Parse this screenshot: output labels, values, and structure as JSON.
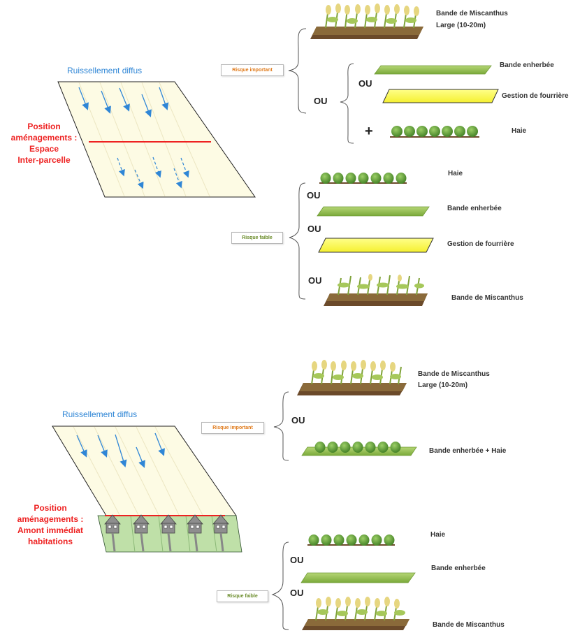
{
  "panel_top": {
    "field_label": "Ruissellement diffus",
    "position_lines": [
      "Position",
      "aménagements :",
      "Espace",
      "Inter-parcelle"
    ],
    "risk_high": "Risque important",
    "risk_low": "Risque faible",
    "high_options": {
      "miscanthus_line1": "Bande de Miscanthus",
      "miscanthus_line2": "Large (10-20m)",
      "ou_outer": "OU",
      "ou_inner": "OU",
      "plus": "+",
      "grass": "Bande enherbée",
      "headland": "Gestion de fourrière",
      "hedge": "Haie"
    },
    "low_options": {
      "hedge": "Haie",
      "ou1": "OU",
      "grass": "Bande enherbée",
      "ou2": "OU",
      "headland": "Gestion de fourrière",
      "ou3": "OU",
      "miscanthus": "Bande de Miscanthus"
    }
  },
  "panel_bottom": {
    "field_label": "Ruissellement diffus",
    "position_lines": [
      "Position",
      "aménagements :",
      "Amont immédiat",
      "habitations"
    ],
    "risk_high": "Risque important",
    "risk_low": "Risque faible",
    "high_options": {
      "miscanthus_line1": "Bande de Miscanthus",
      "miscanthus_line2": "Large (10-20m)",
      "ou": "OU",
      "grass_hedge": "Bande enherbée + Haie"
    },
    "low_options": {
      "hedge": "Haie",
      "ou1": "OU",
      "grass": "Bande enherbée",
      "ou2": "OU",
      "miscanthus": "Bande de Miscanthus"
    }
  },
  "colors": {
    "field": "#fdfbe4",
    "arrow": "#2f86d6",
    "boundary": "#ee2222",
    "grass_strip": "#93c04f",
    "headland_strip": "#ffff66",
    "hedge": "#5c9a35",
    "soil": "#6b4a2a"
  }
}
